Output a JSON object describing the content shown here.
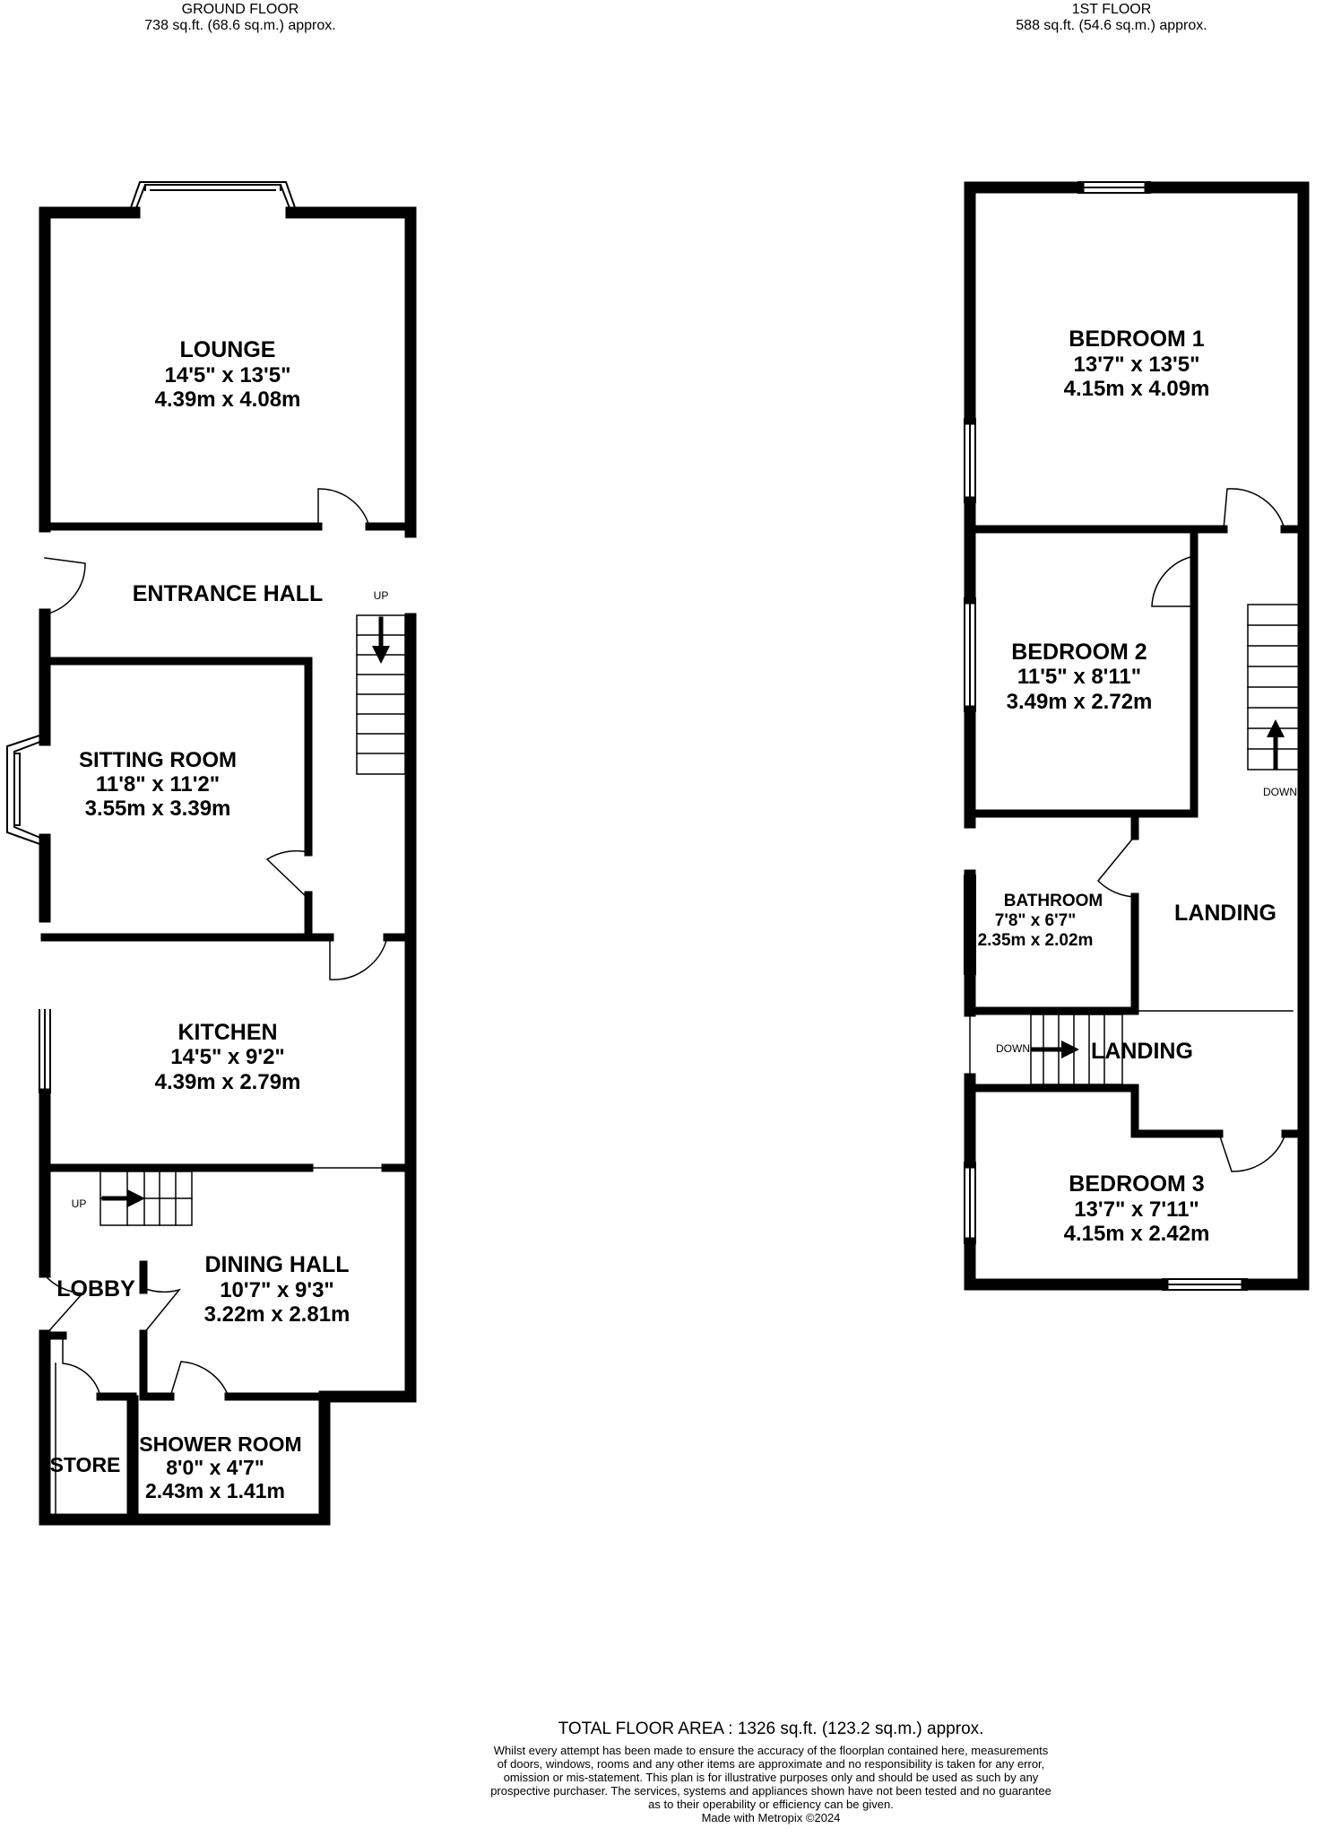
{
  "floors": {
    "ground": {
      "title": "GROUND FLOOR",
      "area": "738 sq.ft. (68.6 sq.m.) approx.",
      "rooms": {
        "lounge": {
          "name": "LOUNGE",
          "imperial": "14'5\"  x 13'5\"",
          "metric": "4.39m  x 4.08m"
        },
        "entrance_hall": {
          "name": "ENTRANCE HALL"
        },
        "sitting_room": {
          "name": "SITTING ROOM",
          "imperial": "11'8\"  x 11'2\"",
          "metric": "3.55m  x 3.39m"
        },
        "kitchen": {
          "name": "KITCHEN",
          "imperial": "14'5\"  x 9'2\"",
          "metric": "4.39m  x 2.79m"
        },
        "dining_hall": {
          "name": "DINING HALL",
          "imperial": "10'7\"  x 9'3\"",
          "metric": "3.22m  x 2.81m"
        },
        "lobby": {
          "name": "LOBBY"
        },
        "store": {
          "name": "STORE"
        },
        "shower_room": {
          "name": "SHOWER ROOM",
          "imperial": "8'0\"  x 4'7\"",
          "metric": "2.43m  x 1.41m"
        }
      },
      "stairs_labels": {
        "entrance_up": "UP",
        "dining_up": "UP"
      }
    },
    "first": {
      "title": "1ST FLOOR",
      "area": "588 sq.ft. (54.6 sq.m.) approx.",
      "rooms": {
        "bedroom1": {
          "name": "BEDROOM 1",
          "imperial": "13'7\"  x 13'5\"",
          "metric": "4.15m  x 4.09m"
        },
        "bedroom2": {
          "name": "BEDROOM 2",
          "imperial": "11'5\"  x 8'11\"",
          "metric": "3.49m  x 2.72m"
        },
        "bathroom": {
          "name": "BATHROOM",
          "imperial": "7'8\"  x 6'7\"",
          "metric": "2.35m  x 2.02m"
        },
        "landing_upper": {
          "name": "LANDING"
        },
        "landing_lower": {
          "name": "LANDING"
        },
        "bedroom3": {
          "name": "BEDROOM 3",
          "imperial": "13'7\"  x 7'11\"",
          "metric": "4.15m  x 2.42m"
        }
      },
      "stairs_labels": {
        "main_down": "DOWN",
        "lower_down": "DOWN"
      }
    }
  },
  "footer": {
    "total_area": "TOTAL FLOOR AREA : 1326 sq.ft. (123.2 sq.m.) approx.",
    "disclaimer_lines": [
      "Whilst every attempt has been made to ensure the accuracy of the floorplan contained here, measurements",
      "of doors, windows, rooms and any other items are approximate and no responsibility is taken for any error,",
      "omission or mis-statement. This plan is for illustrative purposes only and should be used as such by any",
      "prospective purchaser. The services, systems and appliances shown have not been tested and no guarantee",
      "as to their operability or efficiency can be given.",
      "Made with Metropix ©2024"
    ]
  }
}
